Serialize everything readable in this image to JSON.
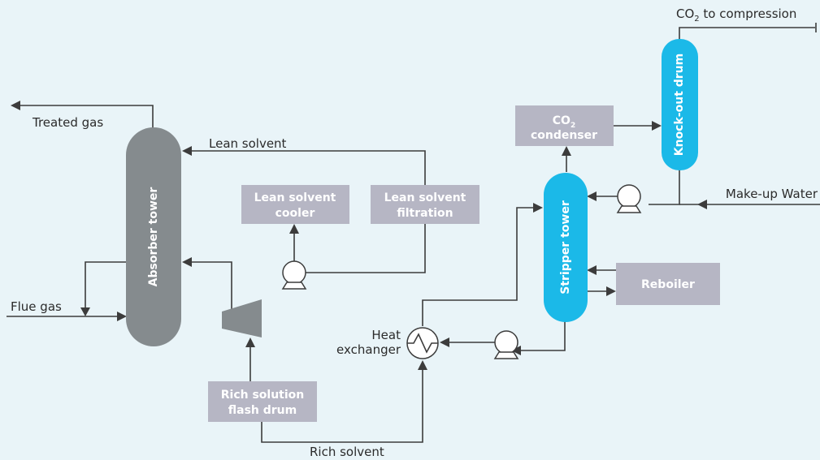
{
  "colors": {
    "background": "#e9f4f8",
    "absorber": "#858b8e",
    "stripper": "#1bb9e8",
    "knockout": "#1bb9e8",
    "box": "#b6b6c4",
    "line": "#3c3c3c"
  },
  "labels": {
    "treated_gas": "Treated gas",
    "flue_gas": "Flue gas",
    "lean_solvent": "Lean solvent",
    "rich_solvent": "Rich solvent",
    "heat": "Heat",
    "exchanger": "exchanger",
    "makeup_water": "Make-up Water",
    "co2_prefix": "CO",
    "co2_sub": "2",
    "co2_suffix": " to compression"
  },
  "equipment": {
    "absorber_tower": "Absorber tower",
    "stripper_tower": "Stripper tower",
    "knockout_drum": "Knock-out drum",
    "lean_solvent_cooler": [
      "Lean solvent",
      "cooler"
    ],
    "lean_solvent_filtration": [
      "Lean solvent",
      "filtration"
    ],
    "rich_solution_flash_drum": [
      "Rich solution",
      "flash drum"
    ],
    "reboiler": "Reboiler",
    "co2_condenser_main": "CO",
    "co2_condenser_sub": "2",
    "co2_condenser_line2": "condenser"
  },
  "icons": [
    "pump-icon",
    "heat-exchanger-icon",
    "compressor-icon",
    "arrow-icon"
  ]
}
